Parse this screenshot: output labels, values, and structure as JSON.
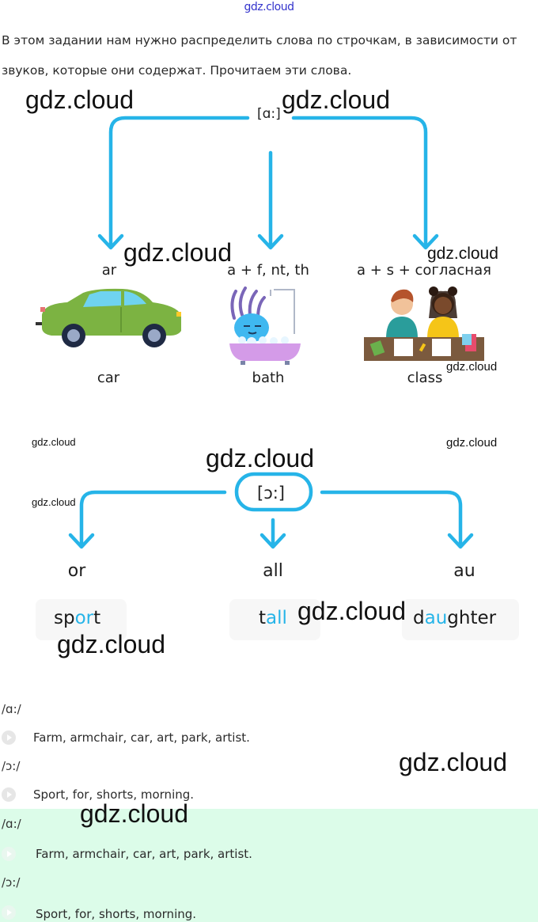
{
  "header": {
    "site_mark": "gdz.cloud"
  },
  "intro": {
    "text": "В этом задании нам нужно распределить слова по строчкам, в зависимости от звуков, которые они содержат. Прочитаем эти слова."
  },
  "diagram_a": {
    "phoneme": "[ɑ:]",
    "branches": [
      {
        "rule": "ar",
        "picture": "car-illustration",
        "word": "car"
      },
      {
        "rule": "a + f, nt, th",
        "picture": "bath-illustration",
        "word": "bath"
      },
      {
        "rule": "a + s + согласная",
        "picture": "class-illustration",
        "word": "class"
      }
    ]
  },
  "diagram_o": {
    "phoneme": "[ɔ:]",
    "branches": [
      {
        "rule": "or",
        "word_parts": [
          "sp",
          "or",
          "t"
        ]
      },
      {
        "rule": "all",
        "word_parts": [
          "t",
          "all",
          ""
        ]
      },
      {
        "rule": "au",
        "word_parts": [
          "d",
          "au",
          "ghter"
        ]
      }
    ]
  },
  "answers": [
    {
      "phoneme": "/ɑ:/",
      "words": "Farm, armchair, car, art, park, artist."
    },
    {
      "phoneme": "/ɔ:/",
      "words": "Sport, for, shorts, morning."
    }
  ],
  "answers_highlighted": [
    {
      "phoneme": "/ɑ:/",
      "words": "Farm, armchair, car, art, park, artist."
    },
    {
      "phoneme": "/ɔ:/",
      "words": "Sport, for, shorts, morning."
    }
  ],
  "watermarks": {
    "text": "gdz.cloud"
  },
  "colors": {
    "accent_blue": "#26b4e8",
    "answer_bg": "#dcfce9",
    "watermark_link": "#3333cc"
  }
}
